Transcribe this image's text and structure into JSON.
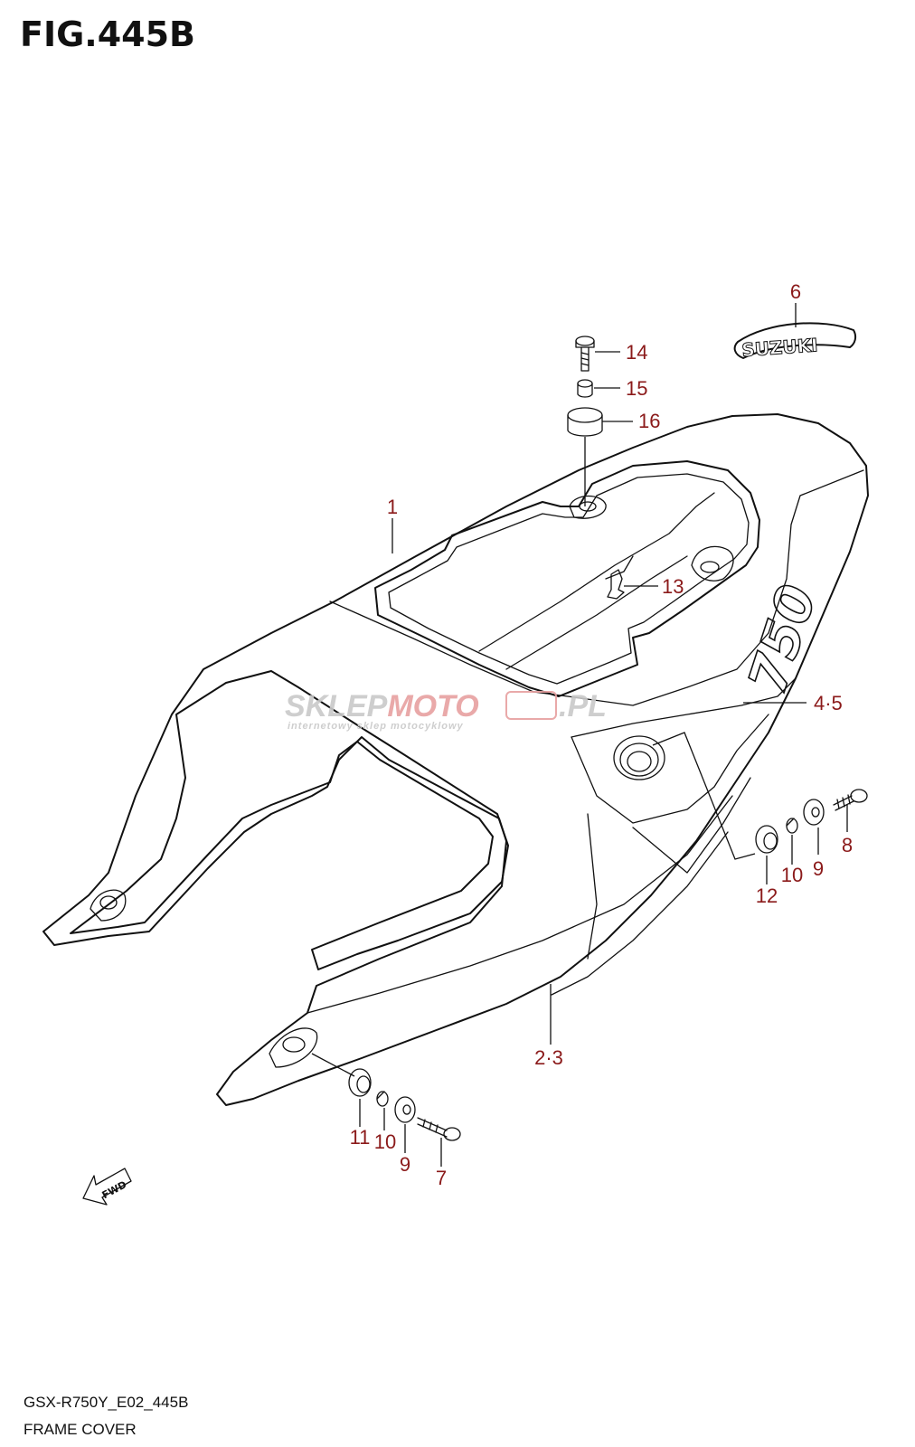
{
  "figure": {
    "title": "FIG.445B",
    "model_code": "GSX-R750Y_E02_445B",
    "section_name": "FRAME COVER"
  },
  "emblem_text": "SUZUKI",
  "cover_marking": "750",
  "fwd_label": "FWD",
  "watermark": {
    "brand_grey": "SKLEP",
    "brand_red": "MOTO",
    "brand_end": ".PL",
    "tagline": "internetowy sklep motocyklowy"
  },
  "callouts": [
    {
      "id": "c1",
      "label": "1"
    },
    {
      "id": "c6",
      "label": "6"
    },
    {
      "id": "c14",
      "label": "14"
    },
    {
      "id": "c15",
      "label": "15"
    },
    {
      "id": "c16",
      "label": "16"
    },
    {
      "id": "c13",
      "label": "13"
    },
    {
      "id": "c45",
      "label": "4·5"
    },
    {
      "id": "c8",
      "label": "8"
    },
    {
      "id": "c9a",
      "label": "9"
    },
    {
      "id": "c10a",
      "label": "10"
    },
    {
      "id": "c12",
      "label": "12"
    },
    {
      "id": "c23",
      "label": "2·3"
    },
    {
      "id": "c11",
      "label": "11"
    },
    {
      "id": "c10b",
      "label": "10"
    },
    {
      "id": "c9b",
      "label": "9"
    },
    {
      "id": "c7",
      "label": "7"
    }
  ],
  "colors": {
    "callout": "#8b1a1a",
    "line": "#111111",
    "watermark_grey": "#c9c9c9",
    "watermark_red": "#e7a0a0"
  }
}
